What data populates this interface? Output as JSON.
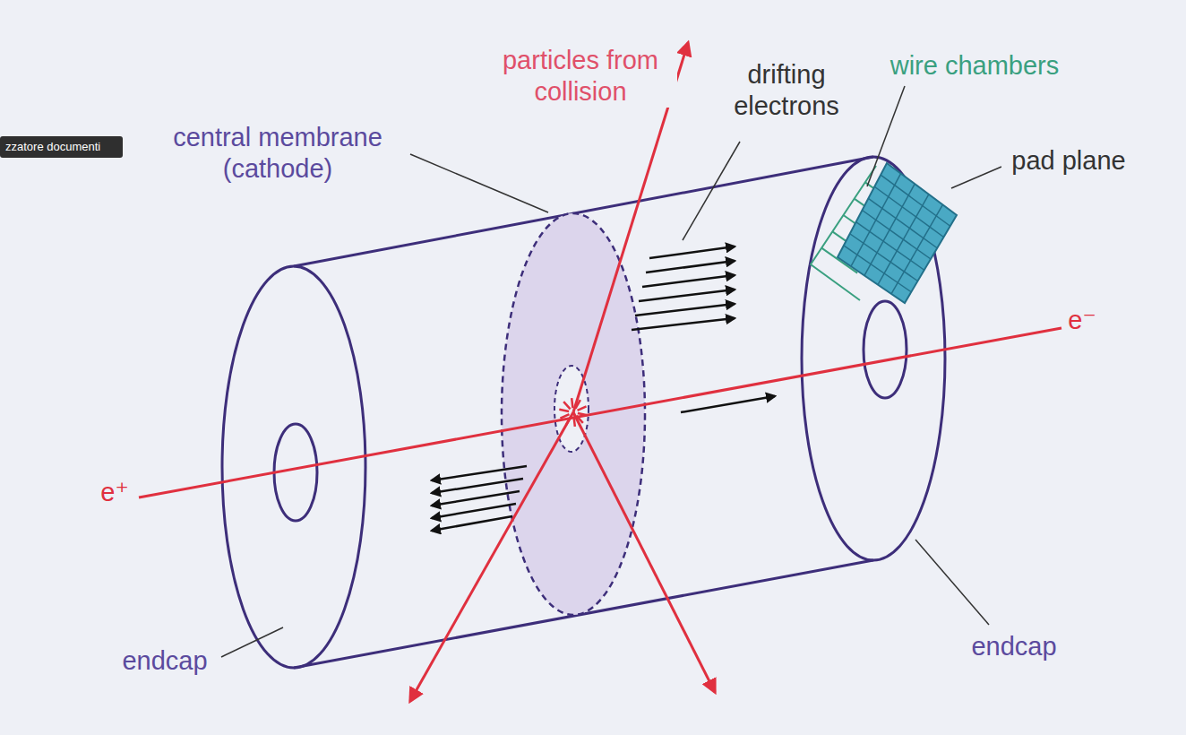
{
  "diagram": {
    "labels": [
      "zzatore documenti",
      "particles from collision",
      "drifting electrons",
      "wire chambers",
      "pad plane",
      "central membrane (cathode)",
      "e⁺",
      "e⁻",
      "endcap",
      "endcap"
    ]
  }
}
